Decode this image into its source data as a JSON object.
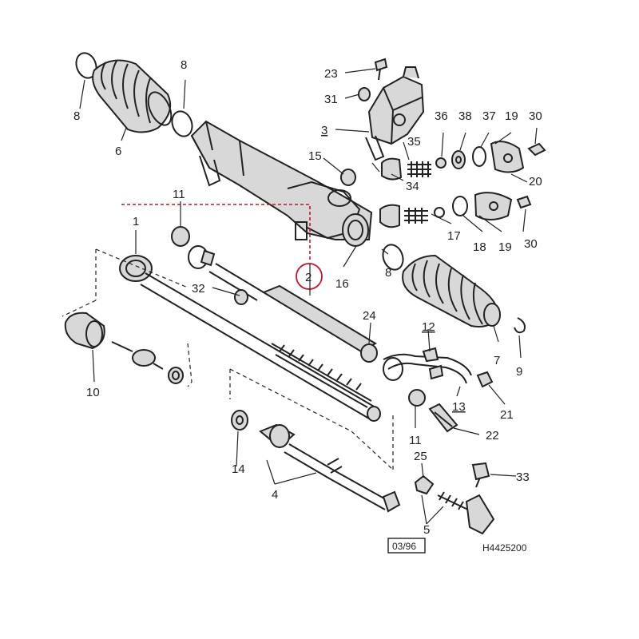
{
  "labels": {
    "l1": "1",
    "l2": "2",
    "l3": "3",
    "l4": "4",
    "l5": "5",
    "l6": "6",
    "l7": "7",
    "l8a": "8",
    "l8b": "8",
    "l8c": "8",
    "l9": "9",
    "l10": "10",
    "l11a": "11",
    "l11b": "11",
    "l12": "12",
    "l13": "13",
    "l14": "14",
    "l15": "15",
    "l16": "16",
    "l17": "17",
    "l18": "18",
    "l19a": "19",
    "l19b": "19",
    "l20": "20",
    "l21": "21",
    "l22": "22",
    "l23": "23",
    "l24": "24",
    "l25": "25",
    "l30a": "30",
    "l30b": "30",
    "l31": "31",
    "l32": "32",
    "l33": "33",
    "l34": "34",
    "l35": "35",
    "l36": "36",
    "l37": "37",
    "l38": "38"
  },
  "date_code": "03/96",
  "drawing_number": "H4425200",
  "colors": {
    "highlight": "#c0182a",
    "ink": "#222222"
  }
}
